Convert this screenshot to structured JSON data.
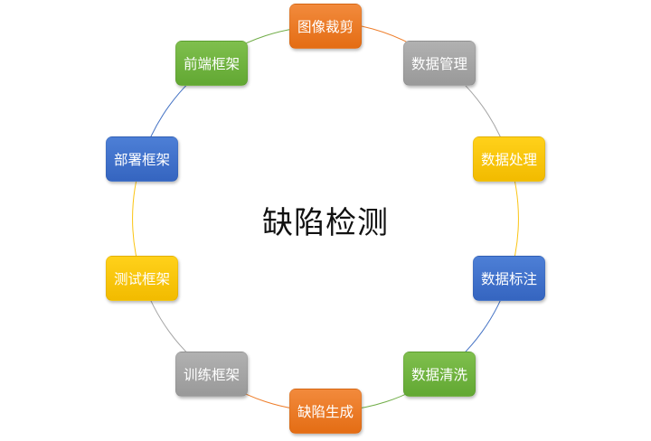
{
  "diagram": {
    "center_title": "缺陷检测",
    "nodes": [
      {
        "label": "图像裁剪",
        "color": "#ee7d29"
      },
      {
        "label": "数据管理",
        "color": "#a5a5a5"
      },
      {
        "label": "数据处理",
        "color": "#fbc411"
      },
      {
        "label": "数据标注",
        "color": "#4472c4"
      },
      {
        "label": "数据清洗",
        "color": "#70ad47"
      },
      {
        "label": "缺陷生成",
        "color": "#ee7d29"
      },
      {
        "label": "训练框架",
        "color": "#a5a5a5"
      },
      {
        "label": "测试框架",
        "color": "#fbc411"
      },
      {
        "label": "部署框架",
        "color": "#4472c4"
      },
      {
        "label": "前端框架",
        "color": "#70ad47"
      }
    ]
  }
}
